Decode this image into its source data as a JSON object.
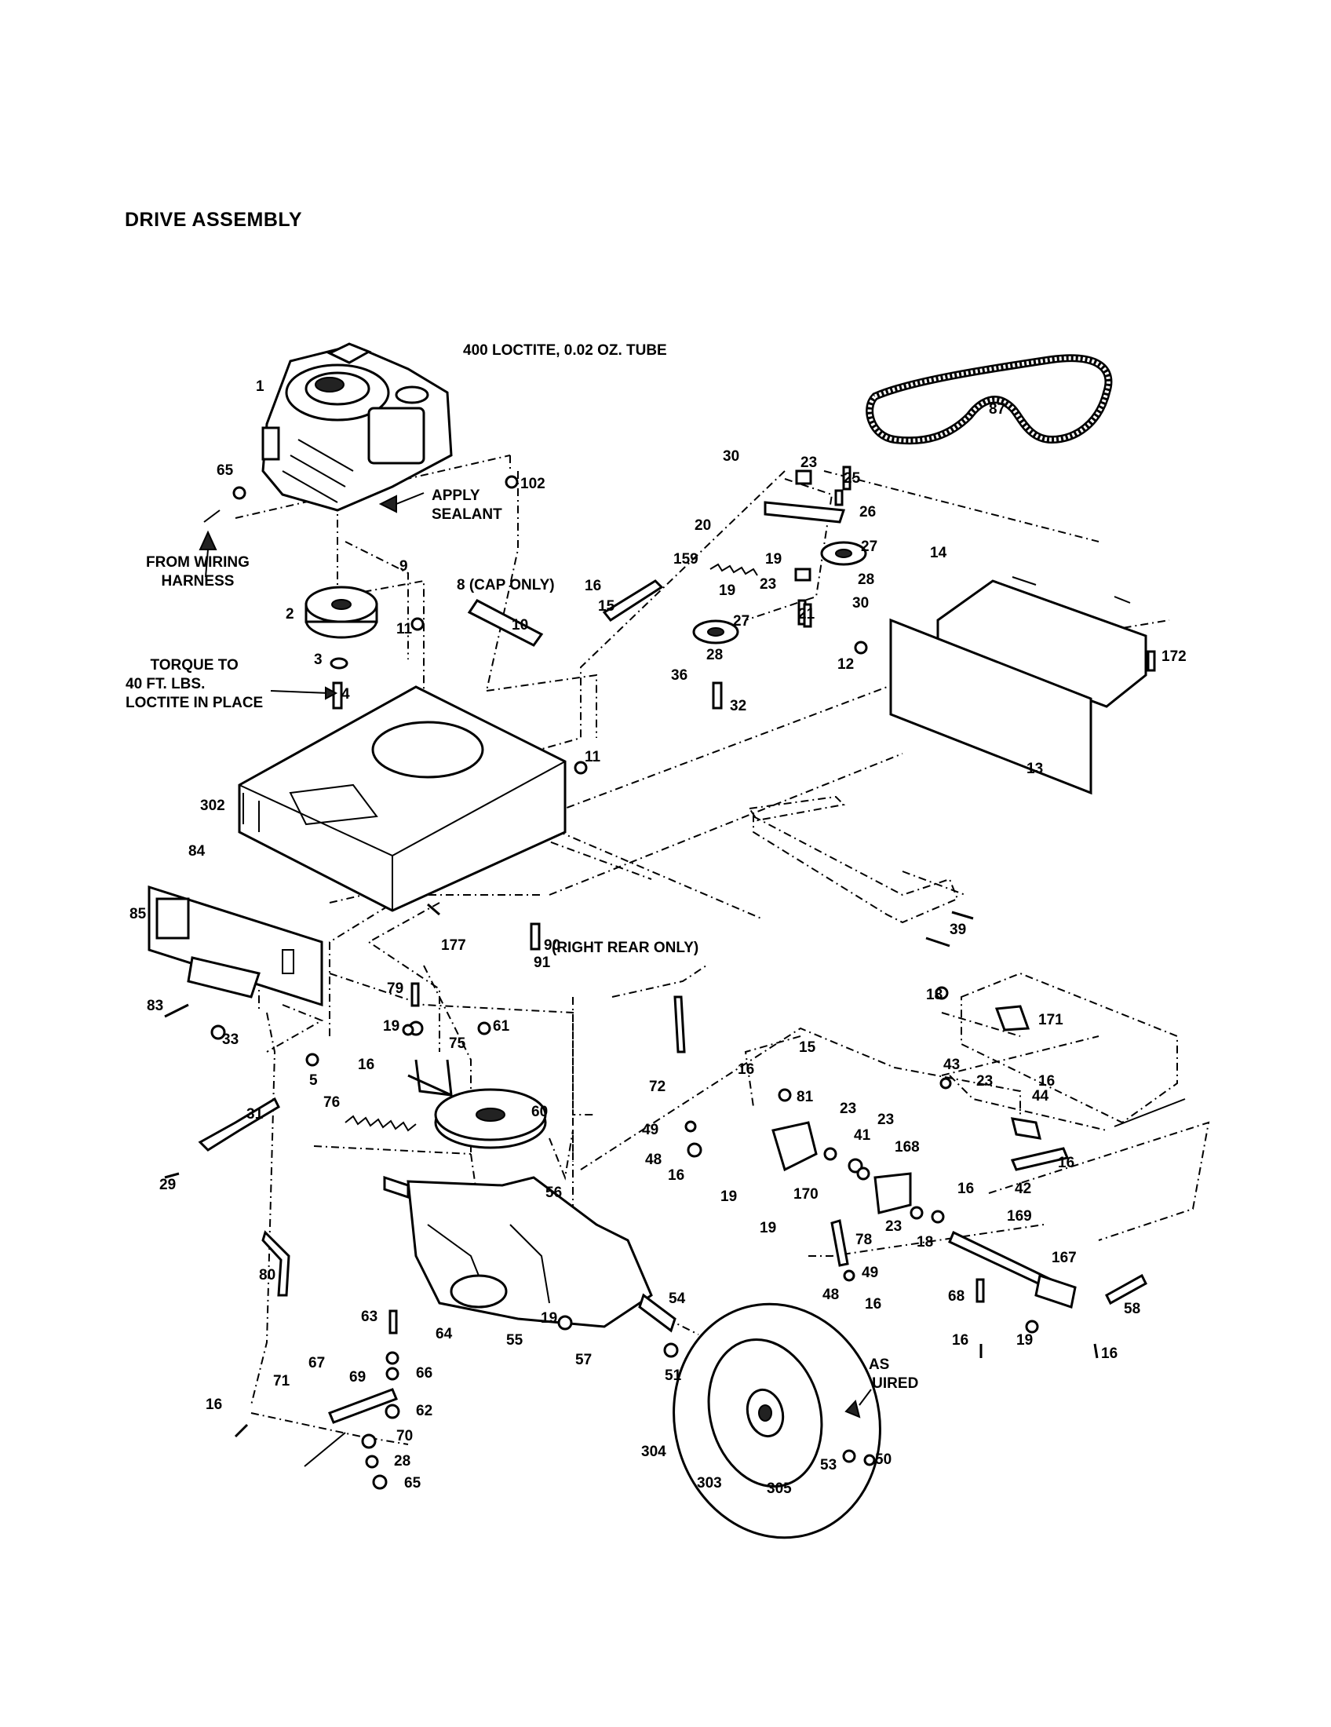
{
  "title": "DRIVE ASSEMBLY",
  "notes": {
    "loctite_tube": "400 LOCTITE, 0.02 OZ. TUBE",
    "apply_sealant": [
      "APPLY",
      "SEALANT"
    ],
    "cap_only": "8 (CAP ONLY)",
    "wiring": [
      "FROM WIRING",
      "HARNESS"
    ],
    "torque": [
      "TORQUE TO",
      "40 FT. LBS.",
      "LOCTITE IN PLACE"
    ],
    "right_rear": "(RIGHT REAR ONLY)",
    "as_required": [
      "AS",
      "REQUIRED"
    ]
  },
  "callouts": [
    "1",
    "2",
    "3",
    "4",
    "5",
    "8",
    "9",
    "10",
    "11",
    "11",
    "12",
    "13",
    "14",
    "15",
    "15",
    "16",
    "16",
    "16",
    "16",
    "16",
    "16",
    "16",
    "16",
    "16",
    "16",
    "16",
    "18",
    "18",
    "19",
    "19",
    "19",
    "19",
    "19",
    "19",
    "19",
    "19",
    "20",
    "21",
    "23",
    "23",
    "23",
    "23",
    "23",
    "23",
    "25",
    "26",
    "27",
    "27",
    "28",
    "28",
    "28",
    "29",
    "30",
    "30",
    "31",
    "32",
    "33",
    "36",
    "39",
    "41",
    "42",
    "43",
    "44",
    "48",
    "48",
    "49",
    "49",
    "50",
    "51",
    "53",
    "54",
    "55",
    "56",
    "57",
    "58",
    "60",
    "61",
    "62",
    "63",
    "64",
    "65",
    "65",
    "66",
    "67",
    "68",
    "69",
    "70",
    "71",
    "72",
    "75",
    "76",
    "78",
    "79",
    "80",
    "81",
    "83",
    "84",
    "85",
    "87",
    "90",
    "91",
    "102",
    "159",
    "167",
    "168",
    "169",
    "170",
    "171",
    "172",
    "177",
    "302",
    "303",
    "304",
    "305"
  ]
}
